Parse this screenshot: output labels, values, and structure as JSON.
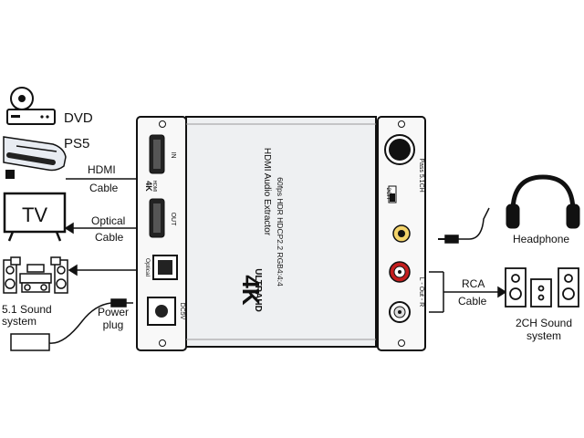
{
  "sources": {
    "dvd": "DVD",
    "ps5": "PS5",
    "tv": "TV",
    "sound_51": "5.1 Sound system"
  },
  "cables": {
    "hdmi_line1": "HDMI",
    "hdmi_line2": "Cable",
    "optical_line1": "Optical",
    "optical_line2": "Cable",
    "power_line1": "Power",
    "power_line2": "plug",
    "rca_line1": "RCA",
    "rca_line2": "Cable"
  },
  "sound_51_lines": [
    "5.1 Sound",
    "system"
  ],
  "outputs": {
    "headphone": "Headphone",
    "sound_2ch_line1": "2CH Sound",
    "sound_2ch_line2": "system"
  },
  "device": {
    "brand_big": "4K",
    "brand_small": "ULTRAHD",
    "title": "HDMI Audio Extractor",
    "spec": "60fps HDR HDCP2.2 RGB4:4:4",
    "port_in": "IN",
    "port_out": "OUT",
    "port_optical": "Optical",
    "port_dc": "DC5V",
    "switch_2ch": "2CH",
    "switch_pass": "Pass 5.1CH",
    "rca_label": "L - Out - R",
    "hdmi_logo_big": "4K",
    "hdmi_logo_small": "HDMI"
  }
}
